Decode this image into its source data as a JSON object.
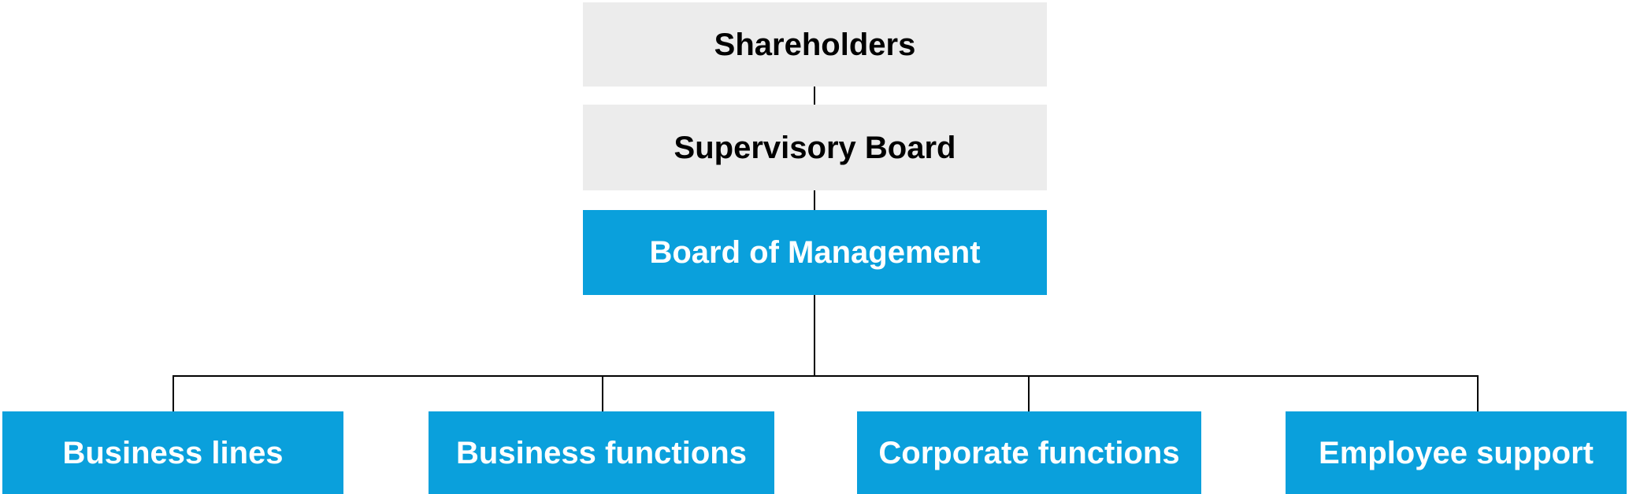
{
  "org_chart": {
    "shareholders": {
      "label": "Shareholders"
    },
    "supervisory_board": {
      "label": "Supervisory Board"
    },
    "board_of_management": {
      "label": "Board of Management"
    },
    "divisions": [
      {
        "label": "Business lines"
      },
      {
        "label": "Business functions"
      },
      {
        "label": "Corporate functions"
      },
      {
        "label": "Employee support"
      }
    ]
  },
  "colors": {
    "node_gray": "#ececec",
    "node_blue": "#0aa0dc",
    "text_black": "#000000",
    "text_white": "#ffffff",
    "line_black": "#000000",
    "background": "#ffffff"
  }
}
